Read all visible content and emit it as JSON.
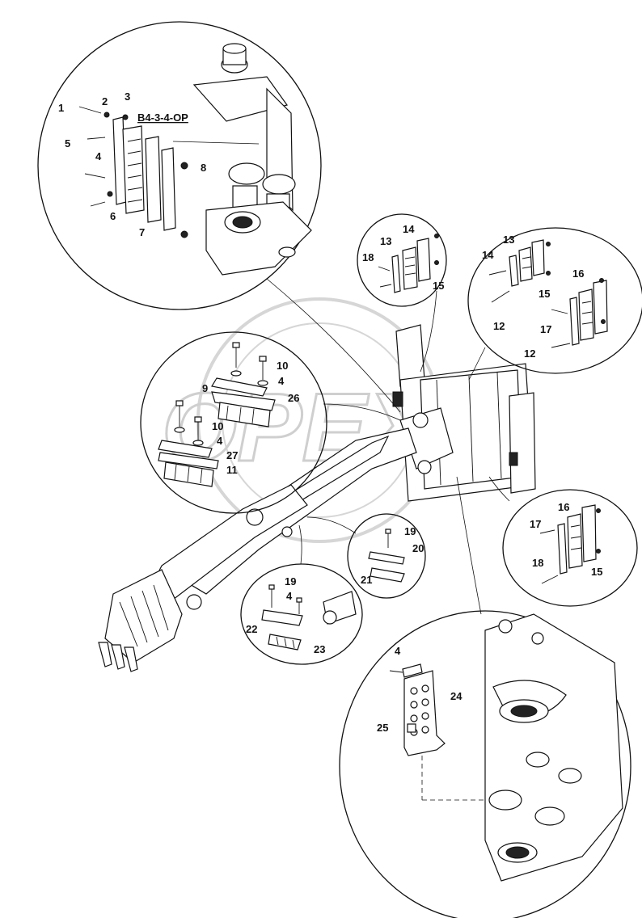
{
  "reference_code": "B4-3-4-OP",
  "watermark": "OPEX",
  "callouts": {
    "top_detail": [
      "1",
      "2",
      "3",
      "4",
      "5",
      "6",
      "7",
      "8"
    ],
    "top_right_a": [
      "13",
      "14",
      "15",
      "18"
    ],
    "top_right_b": [
      "12",
      "13",
      "14",
      "15",
      "16",
      "17",
      "12"
    ],
    "left_middle": [
      "9",
      "10",
      "4",
      "26",
      "10",
      "4",
      "27",
      "11"
    ],
    "right_middle": [
      "15",
      "16",
      "17",
      "18"
    ],
    "center_small_a": [
      "19",
      "20",
      "21"
    ],
    "center_small_b": [
      "19",
      "4",
      "22",
      "23"
    ],
    "bottom_detail": [
      "4",
      "24",
      "25"
    ]
  }
}
